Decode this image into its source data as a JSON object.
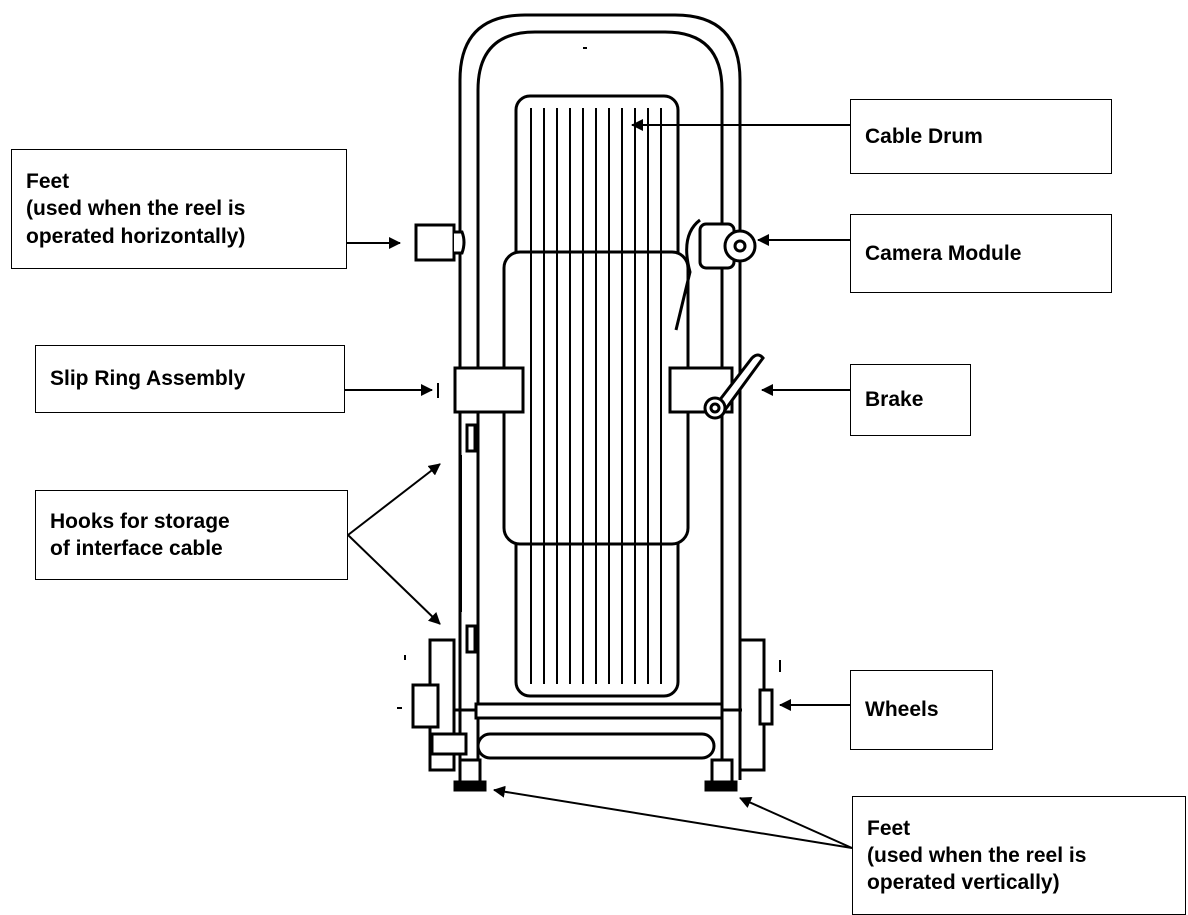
{
  "labels": {
    "feet_horizontal": {
      "line1": "Feet",
      "line2": "(used when the reel is",
      "line3": "operated horizontally)"
    },
    "cable_drum": "Cable Drum",
    "camera_module": "Camera Module",
    "slip_ring": "Slip Ring Assembly",
    "brake": "Brake",
    "hooks": {
      "line1": "Hooks for storage",
      "line2": "of interface cable"
    },
    "wheels": "Wheels",
    "feet_vertical": {
      "line1": "Feet",
      "line2": "(used when the reel is",
      "line3": "operated vertically)"
    }
  }
}
